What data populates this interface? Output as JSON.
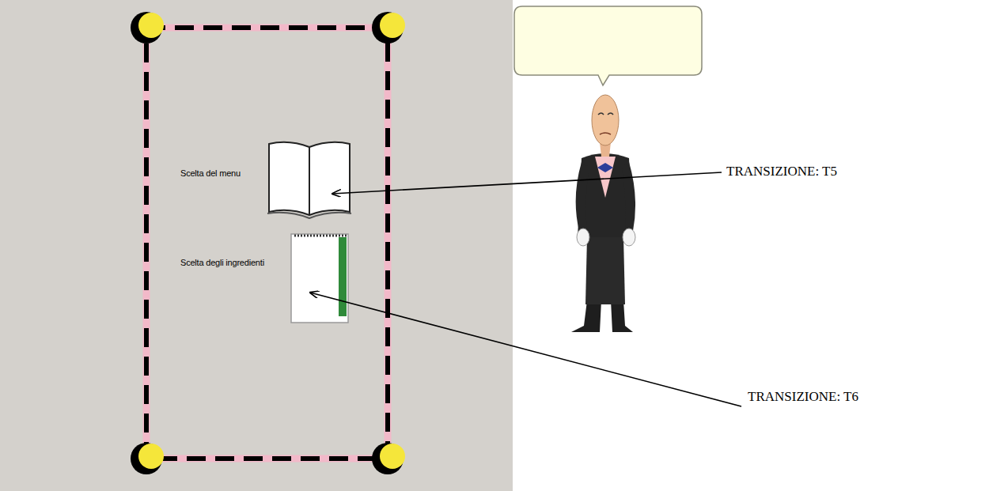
{
  "diagram": {
    "labels": [
      "Scelta del menu",
      "Scelta degli ingredienti",
      "TRANSIZIONE: T5",
      "TRANSIZIONE: T6"
    ]
  }
}
